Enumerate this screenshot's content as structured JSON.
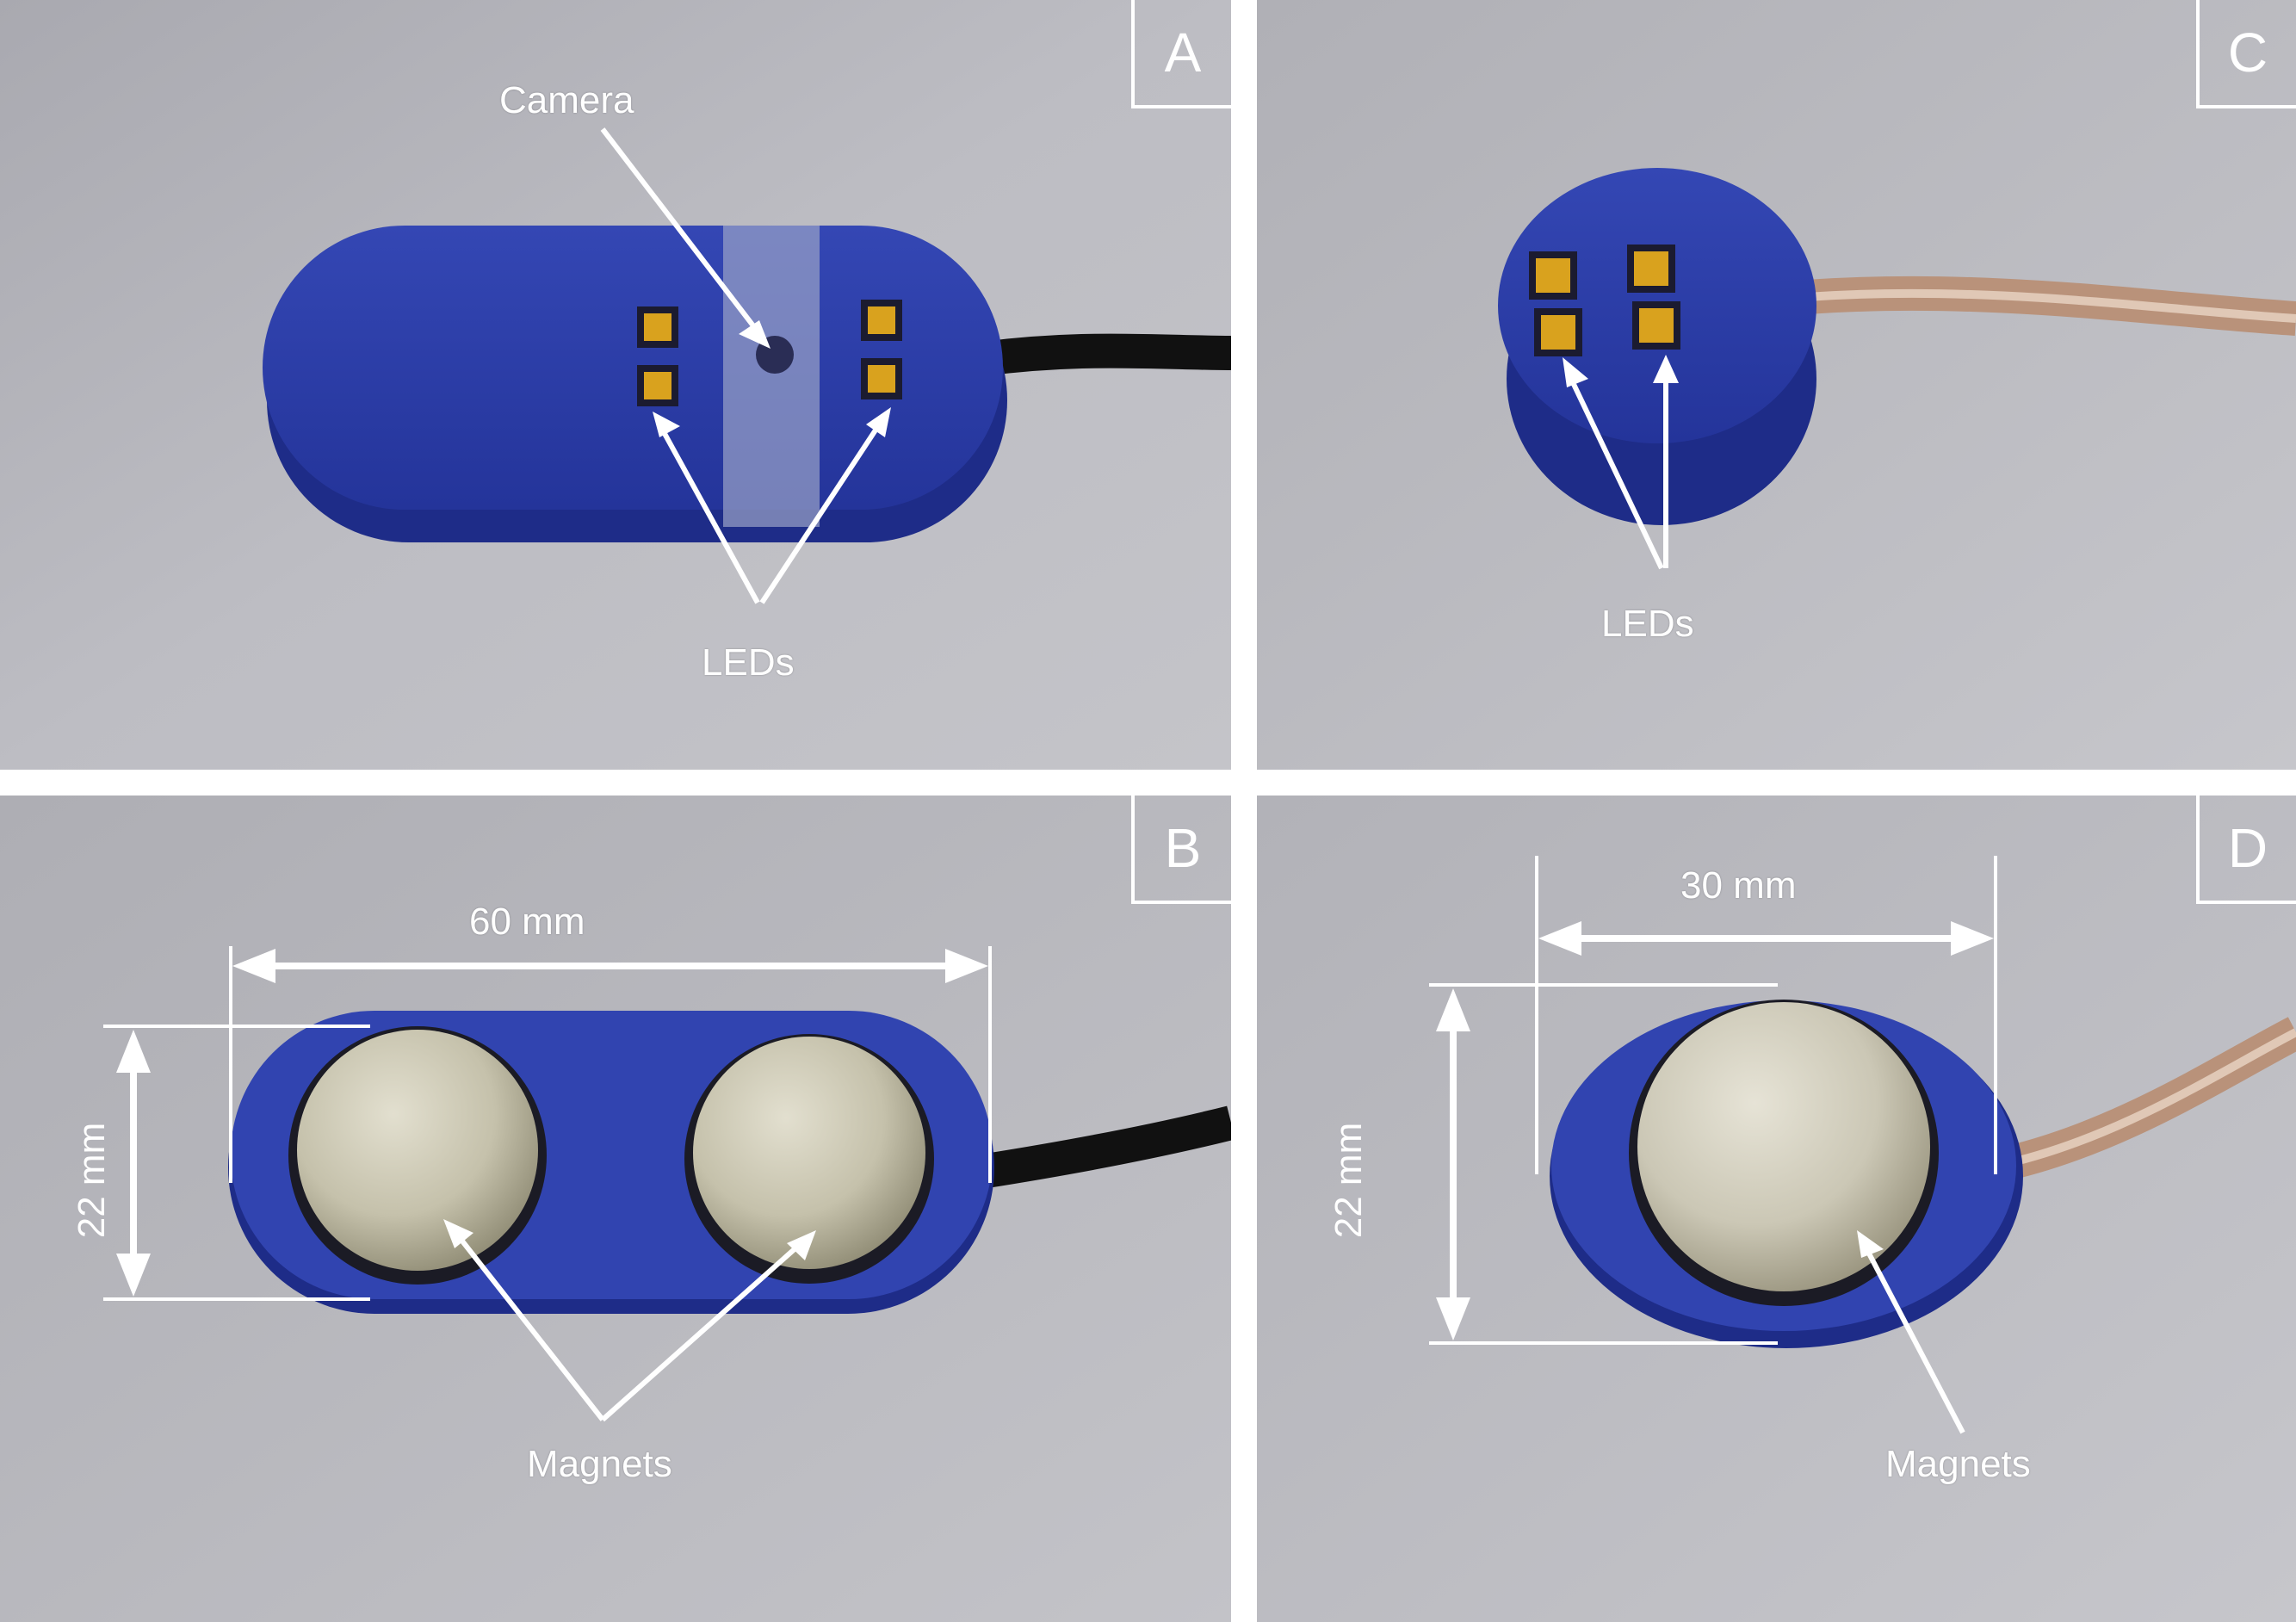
{
  "panels": {
    "a": {
      "tag": "A",
      "camera_label": "Camera",
      "leds_label": "LEDs"
    },
    "b": {
      "tag": "B",
      "width_label": "60 mm",
      "height_label": "22 mm",
      "magnets_label": "Magnets"
    },
    "c": {
      "tag": "C",
      "leds_label": "LEDs"
    },
    "d": {
      "tag": "D",
      "width_label": "30 mm",
      "height_label": "22 mm",
      "magnets_label": "Magnets"
    }
  },
  "colors": {
    "device_blue": "#2d3fa8",
    "background_grey": "#b8b8be",
    "led_gold": "#d9a21e",
    "magnet_silver": "#c9c6b4",
    "annotation": "#ffffff"
  }
}
